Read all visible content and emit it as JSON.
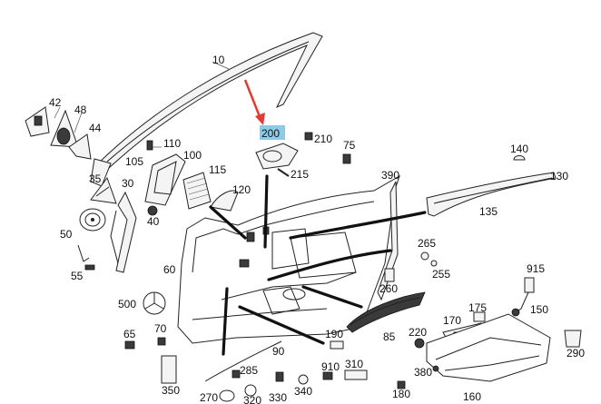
{
  "highlight": {
    "color": "#8ecae6"
  },
  "arrow": {
    "color": "#e53935"
  },
  "labels": {
    "p10": "10",
    "p42": "42",
    "p48": "48",
    "p44": "44",
    "p110": "110",
    "p105": "105",
    "p100": "100",
    "p200": "200",
    "p210": "210",
    "p75": "75",
    "p215": "215",
    "p390": "390",
    "p35": "35",
    "p30": "30",
    "p115": "115",
    "p120": "120",
    "p140": "140",
    "p130": "130",
    "p40": "40",
    "p135": "135",
    "p50": "50",
    "p55": "55",
    "p60": "60",
    "p265": "265",
    "p255": "255",
    "p915": "915",
    "p260": "260",
    "p500": "500",
    "p175": "175",
    "p150": "150",
    "p65": "65",
    "p70": "70",
    "p190": "190",
    "p220": "220",
    "p170": "170",
    "p85": "85",
    "p290": "290",
    "p90": "90",
    "p910": "910",
    "p310": "310",
    "p380": "380",
    "p350": "350",
    "p285": "285",
    "p270": "270",
    "p320": "320",
    "p330": "330",
    "p340": "340",
    "p180": "180",
    "p160": "160"
  }
}
